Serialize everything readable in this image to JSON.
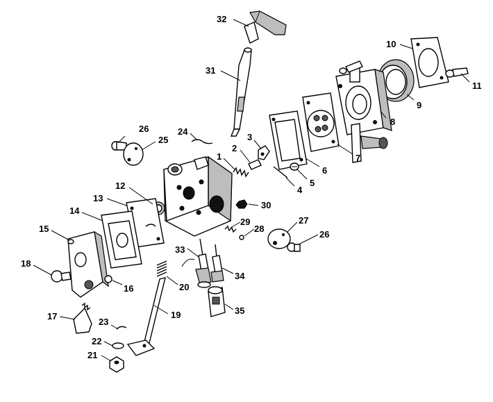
{
  "callouts": {
    "c1": "1",
    "c2": "2",
    "c3": "3",
    "c4": "4",
    "c5": "5",
    "c6": "6",
    "c7": "7",
    "c8": "8",
    "c9": "9",
    "c10": "10",
    "c11": "11",
    "c12": "12",
    "c13": "13",
    "c14": "14",
    "c15": "15",
    "c16": "16",
    "c17": "17",
    "c18": "18",
    "c19": "19",
    "c20": "20",
    "c21": "21",
    "c22": "22",
    "c23": "23",
    "c24": "24",
    "c25": "25",
    "c26a": "26",
    "c26b": "26",
    "c27": "27",
    "c28": "28",
    "c29": "29",
    "c30": "30",
    "c31": "31",
    "c32": "32",
    "c33": "33",
    "c34": "34",
    "c35": "35"
  }
}
